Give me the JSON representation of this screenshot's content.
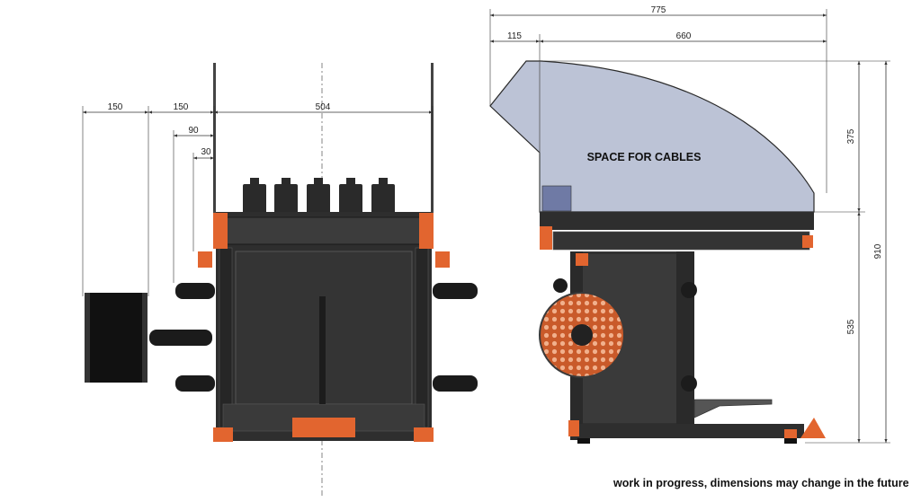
{
  "dimensions": {
    "front": {
      "spool_offset": "150",
      "holder_offset": "150",
      "frame_width": "504",
      "arm_90": "90",
      "arm_30": "30"
    },
    "side": {
      "total_depth": "775",
      "front_overhang": "115",
      "body_depth": "660",
      "enclosure_height": "375",
      "total_height": "910",
      "base_height": "535"
    }
  },
  "labels": {
    "enclosure": "SPACE FOR CABLES",
    "footnote": "work in progress, dimensions may change in the future"
  },
  "colors": {
    "frame": "#2e2e2e",
    "accent": "#e2652f",
    "enclosure": "#bcc3d6",
    "dimension_line": "#333333"
  }
}
